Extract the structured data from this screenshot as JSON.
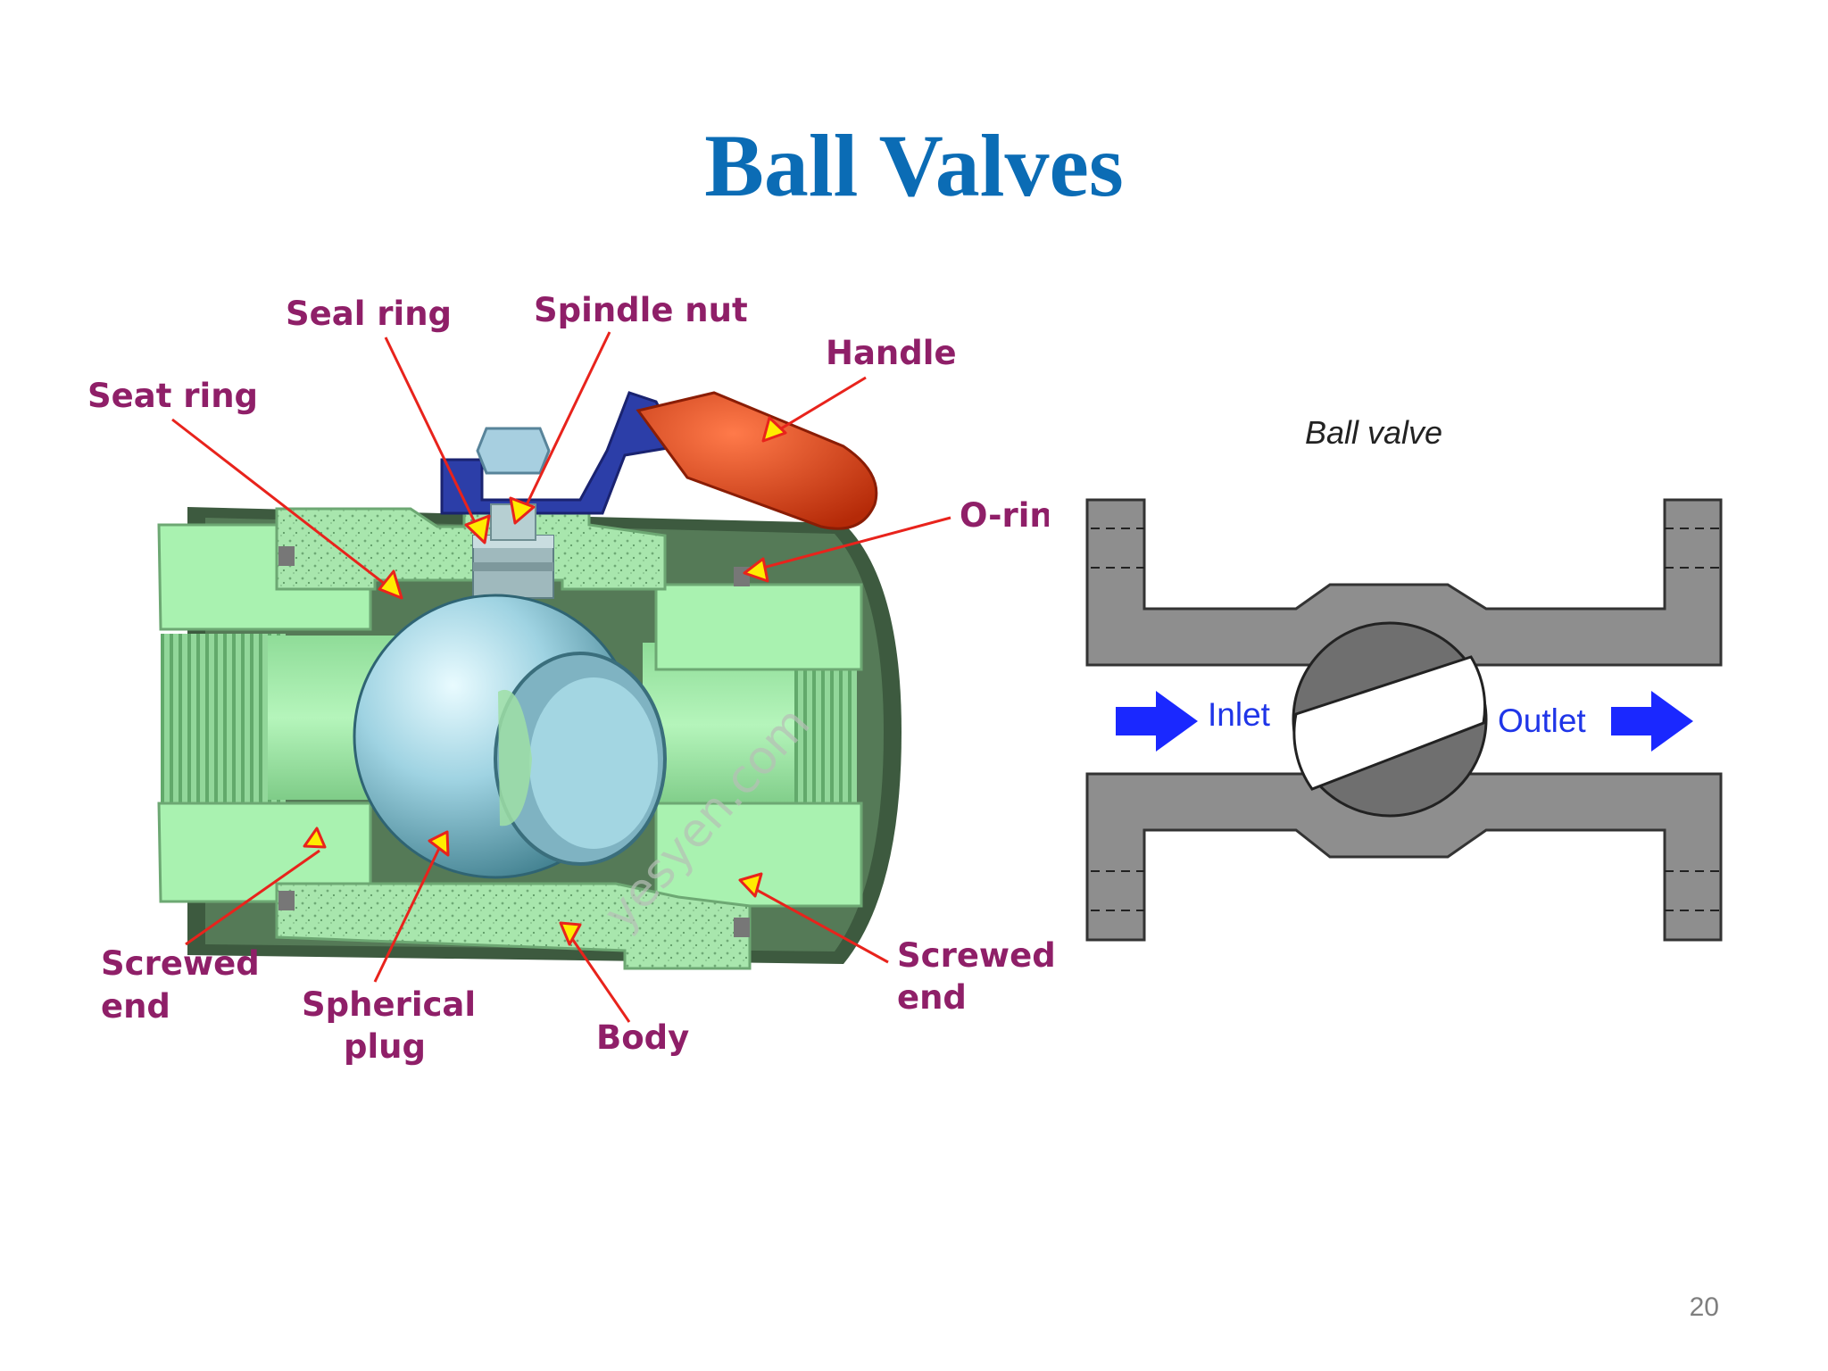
{
  "slide": {
    "title": "Ball Valves",
    "page_number": "20"
  },
  "cutaway": {
    "labels": {
      "seal_ring": "Seal ring",
      "spindle_nut": "Spindle nut",
      "handle": "Handle",
      "seat_ring": "Seat ring",
      "o_ring": "O-rin",
      "screwed_end_left_1": "Screwed",
      "screwed_end_left_2": "end",
      "spherical_plug_1": "Spherical",
      "spherical_plug_2": "plug",
      "body": "Body",
      "screwed_end_right_1": "Screwed",
      "screwed_end_right_2": "end"
    },
    "watermark": "yesyen.com",
    "colors": {
      "body": "#a9f2b0",
      "speckle": "#88c690",
      "ball": "#8ec9da",
      "handle_arm": "#2c3ea8",
      "handle_grip": "#d63b12",
      "label": "#8f1f68",
      "leader": "#e8231c",
      "arrow_head": "#ffec00"
    }
  },
  "schematic": {
    "title": "Ball valve",
    "inlet_label": "Inlet",
    "outlet_label": "Outlet",
    "colors": {
      "body": "#8e8e8e",
      "ball": "#6f6f6f",
      "flow_arrow": "#1a28ff"
    }
  }
}
